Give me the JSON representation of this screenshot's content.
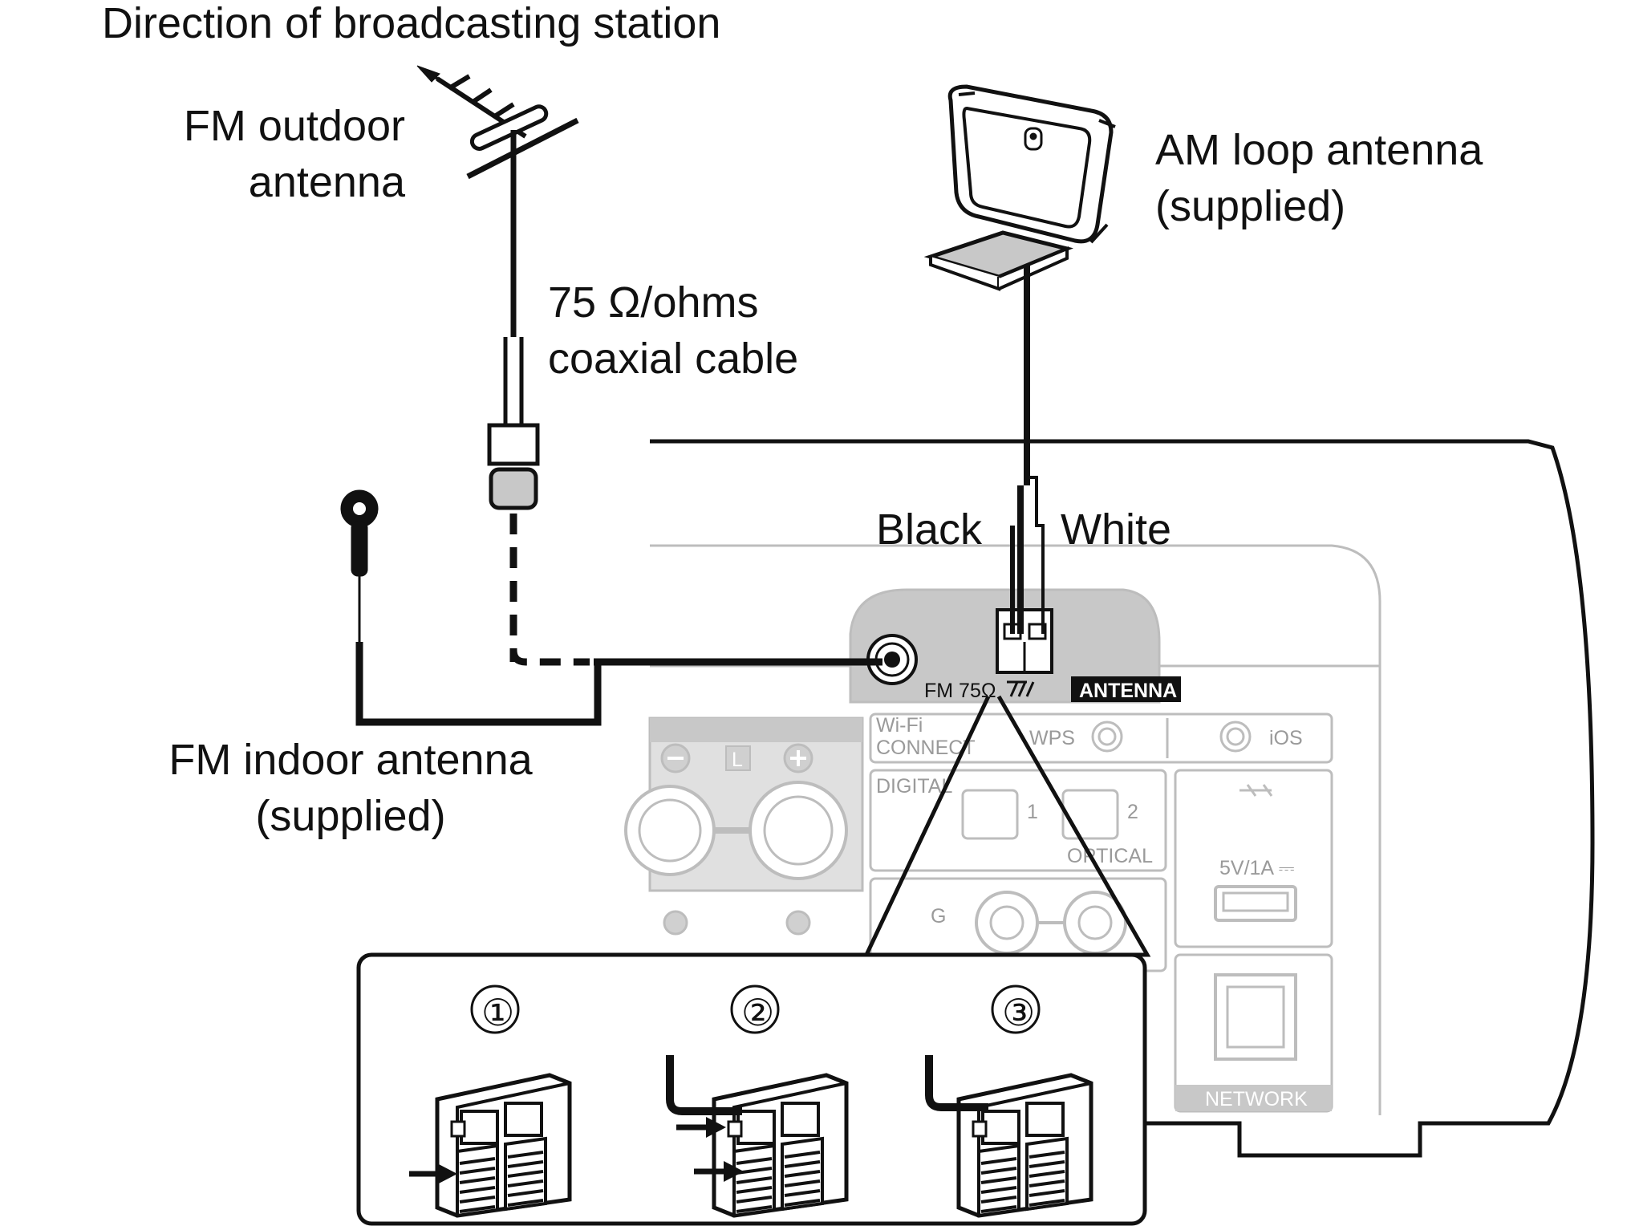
{
  "labels": {
    "direction": "Direction of broadcasting station",
    "fm_outdoor_line1": "FM outdoor",
    "fm_outdoor_line2": "antenna",
    "coax_line1": "75 Ω/ohms",
    "coax_line2": "coaxial cable",
    "am_line1": "AM loop antenna",
    "am_line2": "(supplied)",
    "black": "Black",
    "white": "White",
    "fm_indoor_line1": "FM indoor antenna",
    "fm_indoor_line2": "(supplied)"
  },
  "panel": {
    "fm75": "FM 75Ω",
    "antenna": "ANTENNA",
    "wifi_line1": "Wi-Fi",
    "wifi_line2": "CONNECT",
    "wps": "WPS",
    "ios": "iOS",
    "digital": "DIGITAL",
    "optical": "OPTICAL",
    "optical_1": "1",
    "optical_2": "2",
    "usb_rating": "5V/1A ⎓",
    "network": "NETWORK",
    "speaker_l": "L",
    "analog_g": "G"
  },
  "steps": [
    "①",
    "②",
    "③"
  ],
  "colors": {
    "line": "#111111",
    "panel_gray": "#bdbdbd",
    "antenna_fill": "#c8c8c8"
  }
}
